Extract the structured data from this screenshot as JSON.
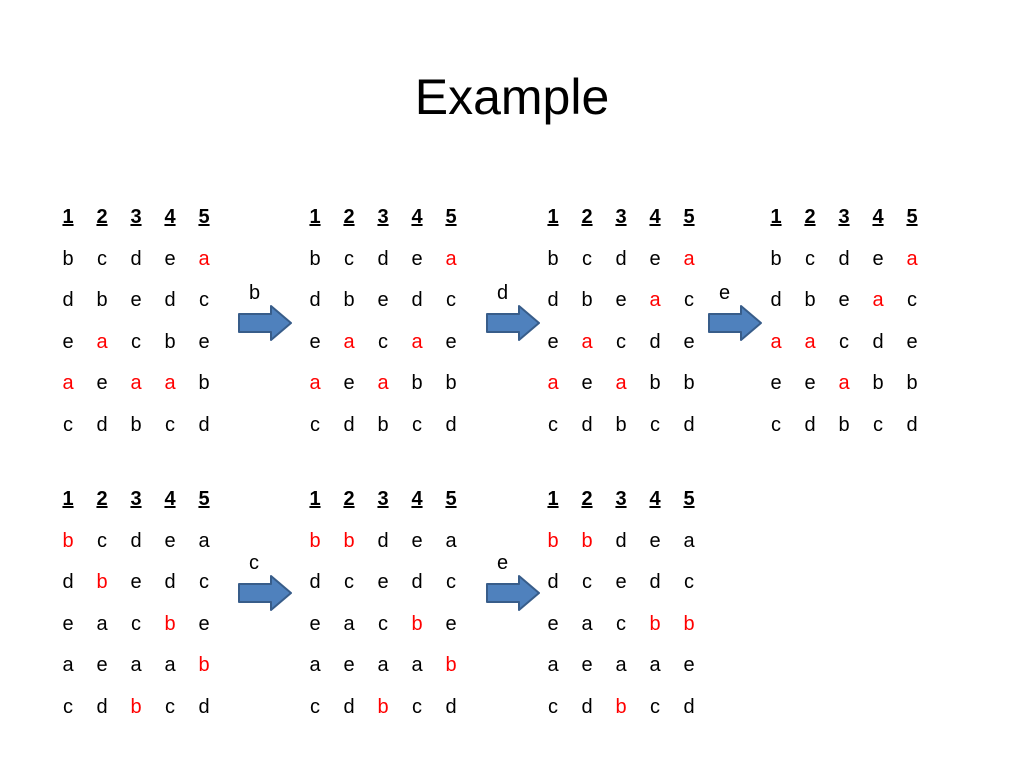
{
  "title": "Example",
  "headers": [
    "1",
    "2",
    "3",
    "4",
    "5"
  ],
  "colors": {
    "highlight": "#ff0000",
    "arrow_fill": "#4f81bd",
    "arrow_stroke": "#385d8a"
  },
  "rows": [
    {
      "tables": [
        {
          "cells": [
            [
              "b",
              "c",
              "d",
              "e",
              "a"
            ],
            [
              "d",
              "b",
              "e",
              "d",
              "c"
            ],
            [
              "e",
              "a",
              "c",
              "b",
              "e"
            ],
            [
              "a",
              "e",
              "a",
              "a",
              "b"
            ],
            [
              "c",
              "d",
              "b",
              "c",
              "d"
            ]
          ],
          "highlights": [
            [
              0,
              4
            ],
            [
              2,
              1
            ],
            [
              3,
              0
            ],
            [
              3,
              2
            ],
            [
              3,
              3
            ]
          ]
        },
        {
          "cells": [
            [
              "b",
              "c",
              "d",
              "e",
              "a"
            ],
            [
              "d",
              "b",
              "e",
              "d",
              "c"
            ],
            [
              "e",
              "a",
              "c",
              "a",
              "e"
            ],
            [
              "a",
              "e",
              "a",
              "b",
              "b"
            ],
            [
              "c",
              "d",
              "b",
              "c",
              "d"
            ]
          ],
          "highlights": [
            [
              0,
              4
            ],
            [
              2,
              1
            ],
            [
              2,
              3
            ],
            [
              3,
              0
            ],
            [
              3,
              2
            ]
          ]
        },
        {
          "cells": [
            [
              "b",
              "c",
              "d",
              "e",
              "a"
            ],
            [
              "d",
              "b",
              "e",
              "a",
              "c"
            ],
            [
              "e",
              "a",
              "c",
              "d",
              "e"
            ],
            [
              "a",
              "e",
              "a",
              "b",
              "b"
            ],
            [
              "c",
              "d",
              "b",
              "c",
              "d"
            ]
          ],
          "highlights": [
            [
              0,
              4
            ],
            [
              1,
              3
            ],
            [
              2,
              1
            ],
            [
              3,
              0
            ],
            [
              3,
              2
            ]
          ]
        },
        {
          "cells": [
            [
              "b",
              "c",
              "d",
              "e",
              "a"
            ],
            [
              "d",
              "b",
              "e",
              "a",
              "c"
            ],
            [
              "a",
              "a",
              "c",
              "d",
              "e"
            ],
            [
              "e",
              "e",
              "a",
              "b",
              "b"
            ],
            [
              "c",
              "d",
              "b",
              "c",
              "d"
            ]
          ],
          "highlights": [
            [
              0,
              4
            ],
            [
              1,
              3
            ],
            [
              2,
              0
            ],
            [
              2,
              1
            ],
            [
              3,
              2
            ]
          ]
        }
      ],
      "arrows": [
        {
          "label": "b"
        },
        {
          "label": "d"
        },
        {
          "label": "e"
        }
      ]
    },
    {
      "tables": [
        {
          "cells": [
            [
              "b",
              "c",
              "d",
              "e",
              "a"
            ],
            [
              "d",
              "b",
              "e",
              "d",
              "c"
            ],
            [
              "e",
              "a",
              "c",
              "b",
              "e"
            ],
            [
              "a",
              "e",
              "a",
              "a",
              "b"
            ],
            [
              "c",
              "d",
              "b",
              "c",
              "d"
            ]
          ],
          "highlights": [
            [
              0,
              0
            ],
            [
              1,
              1
            ],
            [
              2,
              3
            ],
            [
              3,
              4
            ],
            [
              4,
              2
            ]
          ]
        },
        {
          "cells": [
            [
              "b",
              "b",
              "d",
              "e",
              "a"
            ],
            [
              "d",
              "c",
              "e",
              "d",
              "c"
            ],
            [
              "e",
              "a",
              "c",
              "b",
              "e"
            ],
            [
              "a",
              "e",
              "a",
              "a",
              "b"
            ],
            [
              "c",
              "d",
              "b",
              "c",
              "d"
            ]
          ],
          "highlights": [
            [
              0,
              0
            ],
            [
              0,
              1
            ],
            [
              2,
              3
            ],
            [
              3,
              4
            ],
            [
              4,
              2
            ]
          ]
        },
        {
          "cells": [
            [
              "b",
              "b",
              "d",
              "e",
              "a"
            ],
            [
              "d",
              "c",
              "e",
              "d",
              "c"
            ],
            [
              "e",
              "a",
              "c",
              "b",
              "b"
            ],
            [
              "a",
              "e",
              "a",
              "a",
              "e"
            ],
            [
              "c",
              "d",
              "b",
              "c",
              "d"
            ]
          ],
          "highlights": [
            [
              0,
              0
            ],
            [
              0,
              1
            ],
            [
              2,
              3
            ],
            [
              2,
              4
            ],
            [
              4,
              2
            ]
          ]
        }
      ],
      "arrows": [
        {
          "label": "c"
        },
        {
          "label": "e"
        }
      ]
    }
  ]
}
